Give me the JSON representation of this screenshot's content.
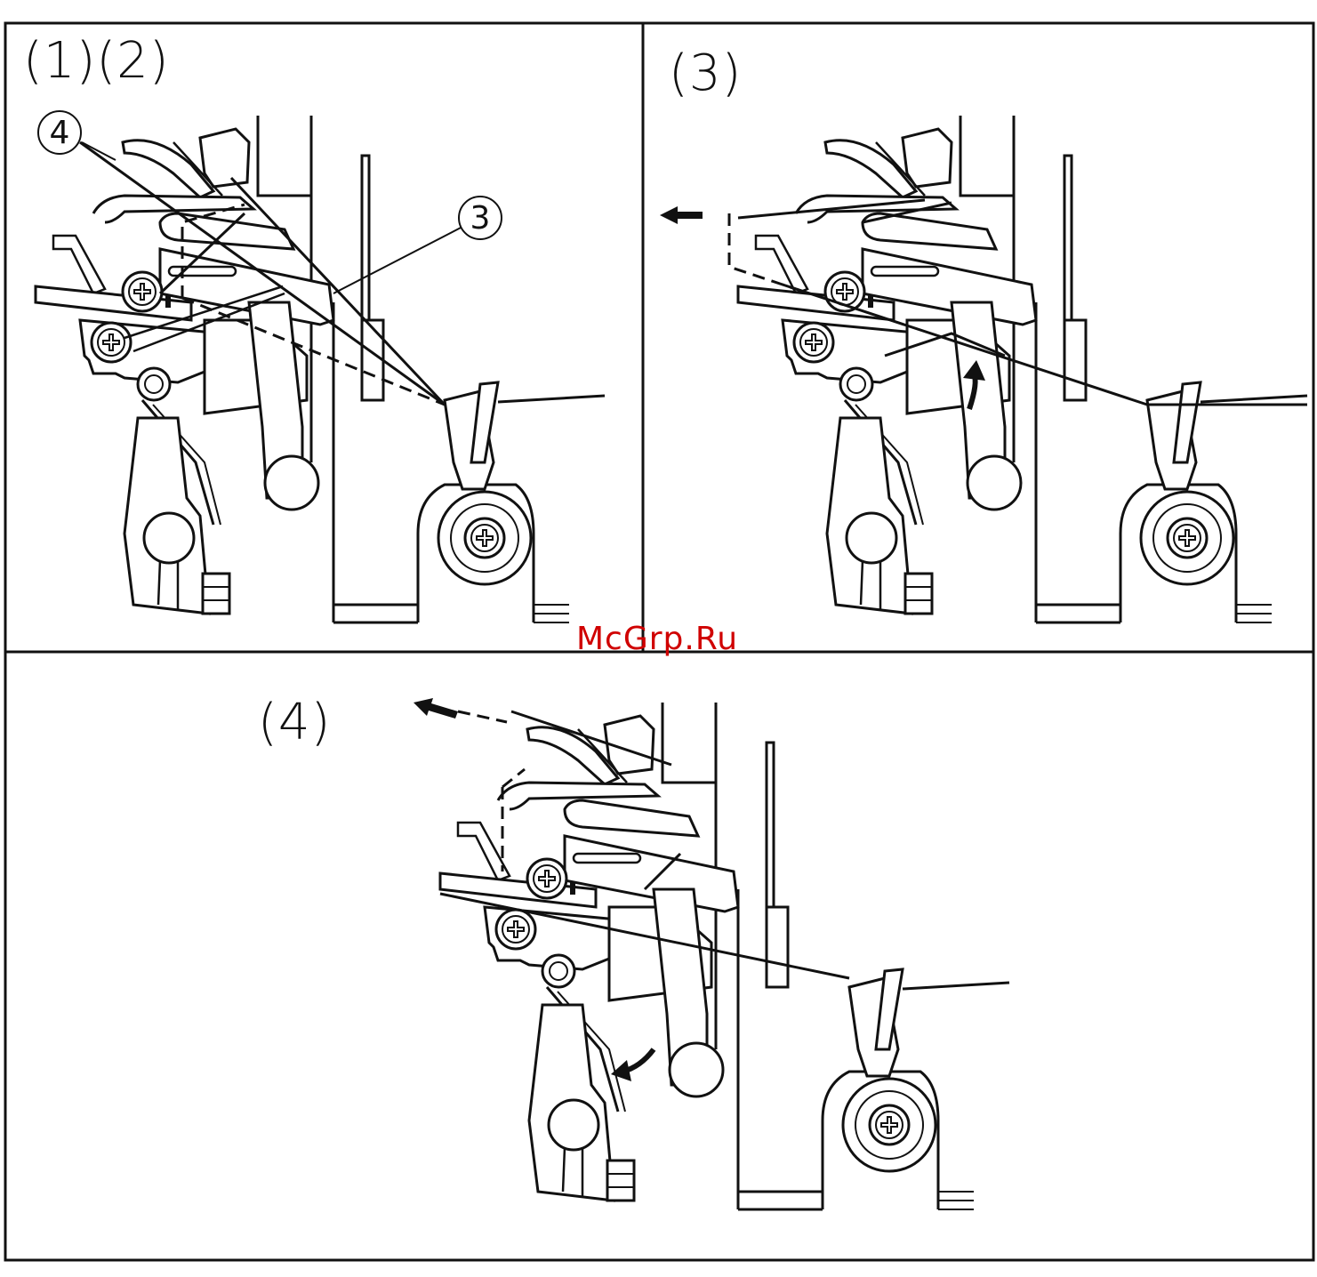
{
  "panels": {
    "top_left": {
      "label": "(1)(2)"
    },
    "top_right": {
      "label": "(3)"
    },
    "bottom": {
      "label": "(4)"
    }
  },
  "callouts": {
    "part_a": "4",
    "part_b": "3"
  },
  "watermark": "McGrp.Ru",
  "colors": {
    "line": "#111111",
    "background": "#ffffff",
    "watermark": "#d00000"
  }
}
